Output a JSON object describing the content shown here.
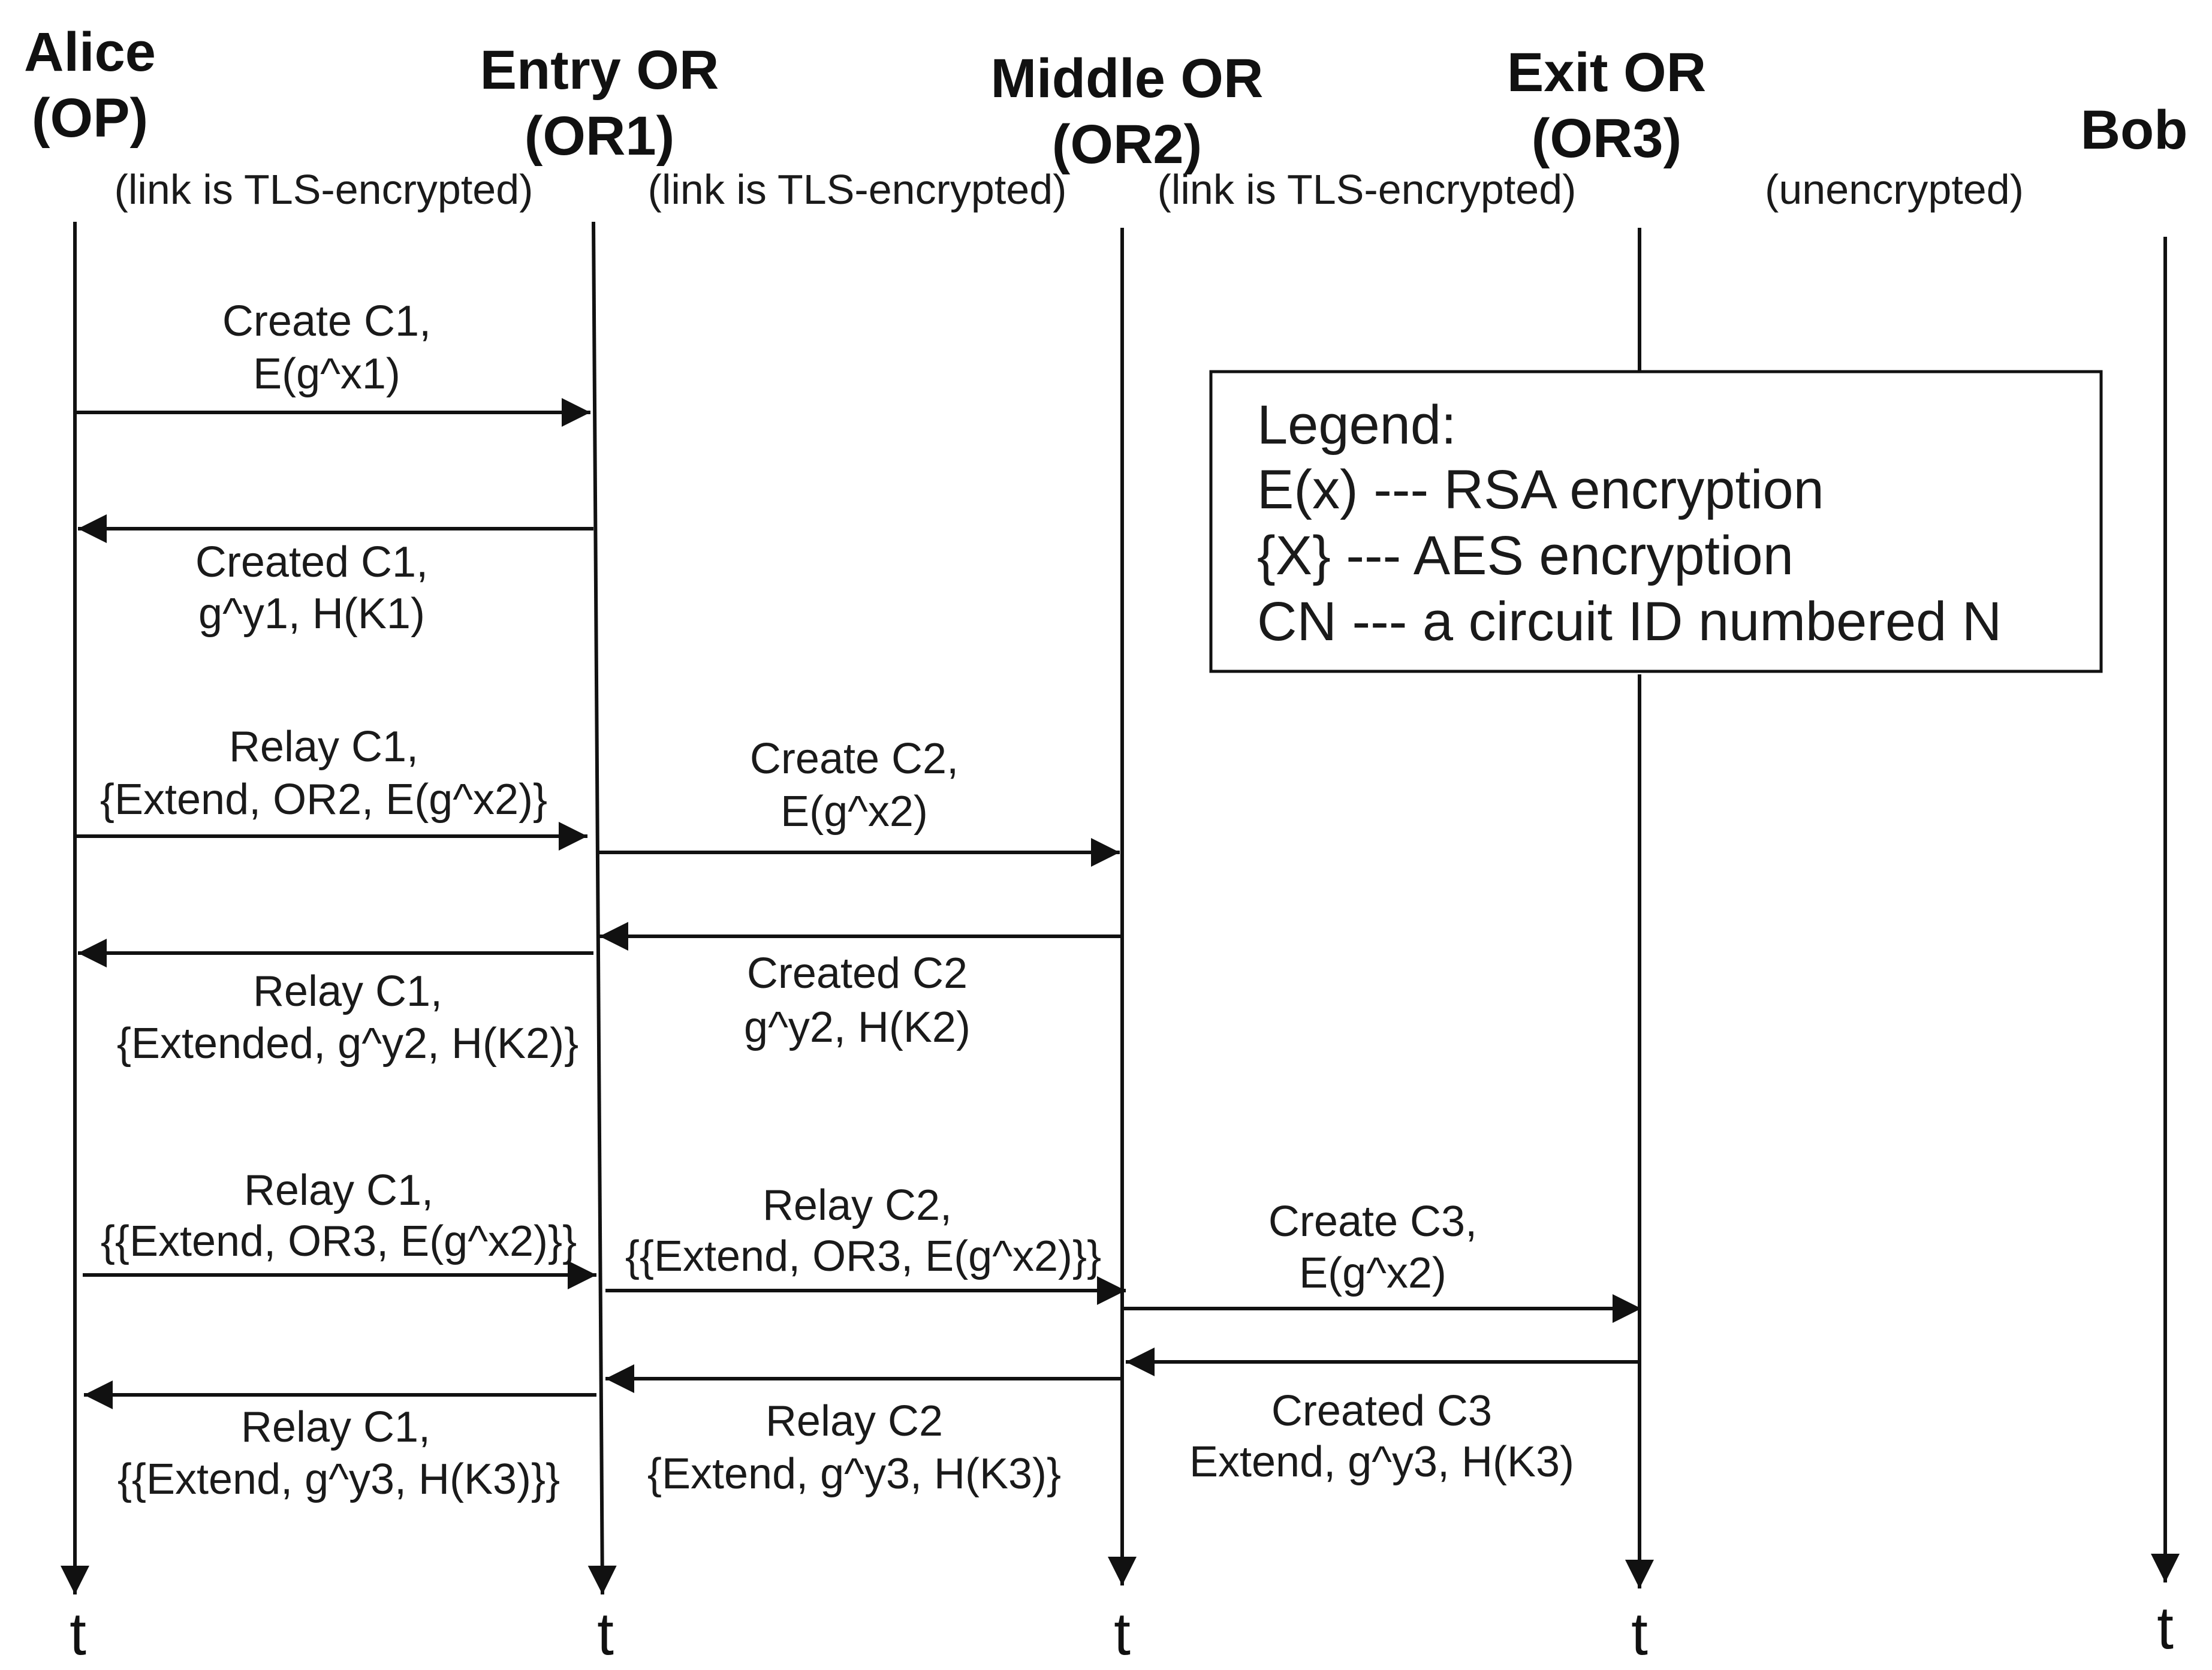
{
  "participants": [
    {
      "name_lines": [
        "Alice",
        "(OP)"
      ]
    },
    {
      "name_lines": [
        "Entry OR",
        "(OR1)"
      ]
    },
    {
      "name_lines": [
        "Middle OR",
        "(OR2)"
      ]
    },
    {
      "name_lines": [
        "Exit OR",
        "(OR3)"
      ]
    },
    {
      "name_lines": [
        "Bob"
      ]
    }
  ],
  "link_notes": [
    "(link is TLS-encrypted)",
    "(link is TLS-encrypted)",
    "(link is TLS-encrypted)",
    "(unencrypted)"
  ],
  "time_label": "t",
  "messages": [
    {
      "from": 0,
      "to": 1,
      "label_lines": [
        "Create C1,",
        "E(g^x1)"
      ]
    },
    {
      "from": 1,
      "to": 0,
      "label_lines": [
        "Created C1,",
        "g^y1, H(K1)"
      ]
    },
    {
      "from": 0,
      "to": 1,
      "label_lines": [
        "Relay C1,",
        "{Extend, OR2, E(g^x2)}"
      ]
    },
    {
      "from": 1,
      "to": 2,
      "label_lines": [
        "Create C2,",
        "E(g^x2)"
      ]
    },
    {
      "from": 2,
      "to": 1,
      "label_lines": [
        "Created C2",
        "g^y2, H(K2)"
      ]
    },
    {
      "from": 1,
      "to": 0,
      "label_lines": [
        "Relay C1,",
        "{Extended, g^y2, H(K2)}"
      ]
    },
    {
      "from": 0,
      "to": 1,
      "label_lines": [
        "Relay C1,",
        "{{Extend, OR3, E(g^x2)}}"
      ]
    },
    {
      "from": 1,
      "to": 2,
      "label_lines": [
        "Relay C2,",
        "{{Extend, OR3, E(g^x2)}}"
      ]
    },
    {
      "from": 2,
      "to": 3,
      "label_lines": [
        "Create C3,",
        "E(g^x2)"
      ]
    },
    {
      "from": 3,
      "to": 2,
      "label_lines": [
        "Created C3",
        "Extend, g^y3, H(K3)"
      ]
    },
    {
      "from": 2,
      "to": 1,
      "label_lines": [
        "Relay C2",
        "{Extend, g^y3, H(K3)}"
      ]
    },
    {
      "from": 1,
      "to": 0,
      "label_lines": [
        "Relay C1,",
        "{{Extend, g^y3, H(K3)}}"
      ]
    }
  ],
  "legend": {
    "title": "Legend:",
    "entries": [
      "E(x) --- RSA encryption",
      "{X} --- AES encryption",
      "CN --- a circuit ID numbered N"
    ]
  }
}
